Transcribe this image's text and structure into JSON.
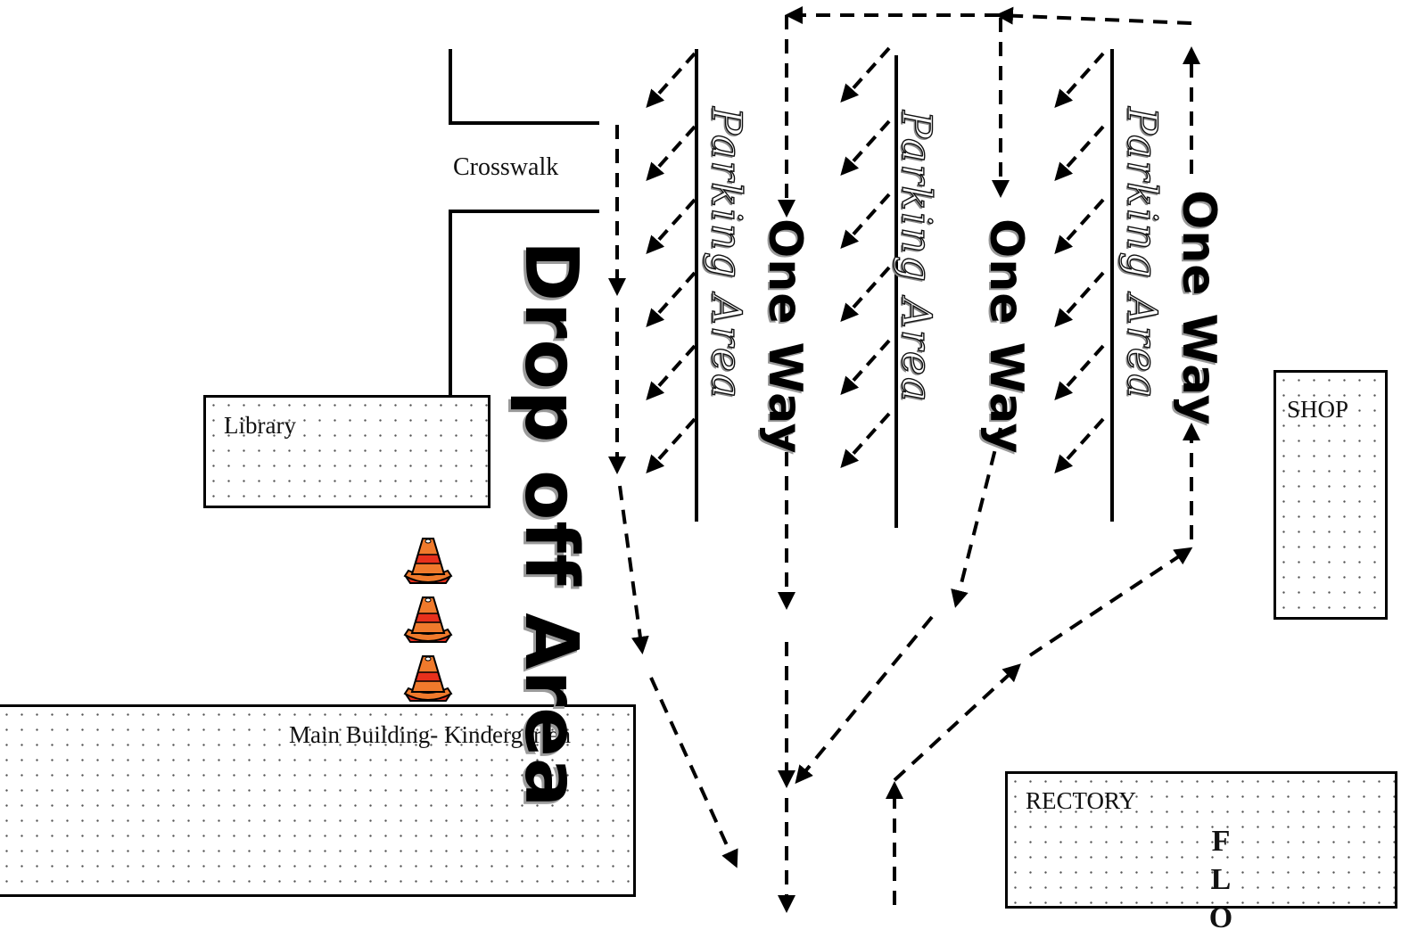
{
  "labels": {
    "crosswalk": "Crosswalk",
    "drop_off": "Drop off Area",
    "parking_1": "Parking Area",
    "parking_2": "Parking Area",
    "parking_3": "Parking Area",
    "one_way_1": "One Way",
    "one_way_2": "One Way",
    "one_way_3": "One Way",
    "flo": [
      "F",
      "L",
      "O"
    ]
  },
  "buildings": {
    "library": "Library",
    "main": "Main Building- Kindergarten",
    "shop": "SHOP",
    "rectory": "RECTORY"
  },
  "cones": [
    {
      "name": "traffic-cone-icon"
    },
    {
      "name": "traffic-cone-icon"
    },
    {
      "name": "traffic-cone-icon"
    }
  ],
  "colors": {
    "cone_orange": "#f07a2c",
    "cone_red": "#e8301c",
    "ink": "#000000"
  }
}
